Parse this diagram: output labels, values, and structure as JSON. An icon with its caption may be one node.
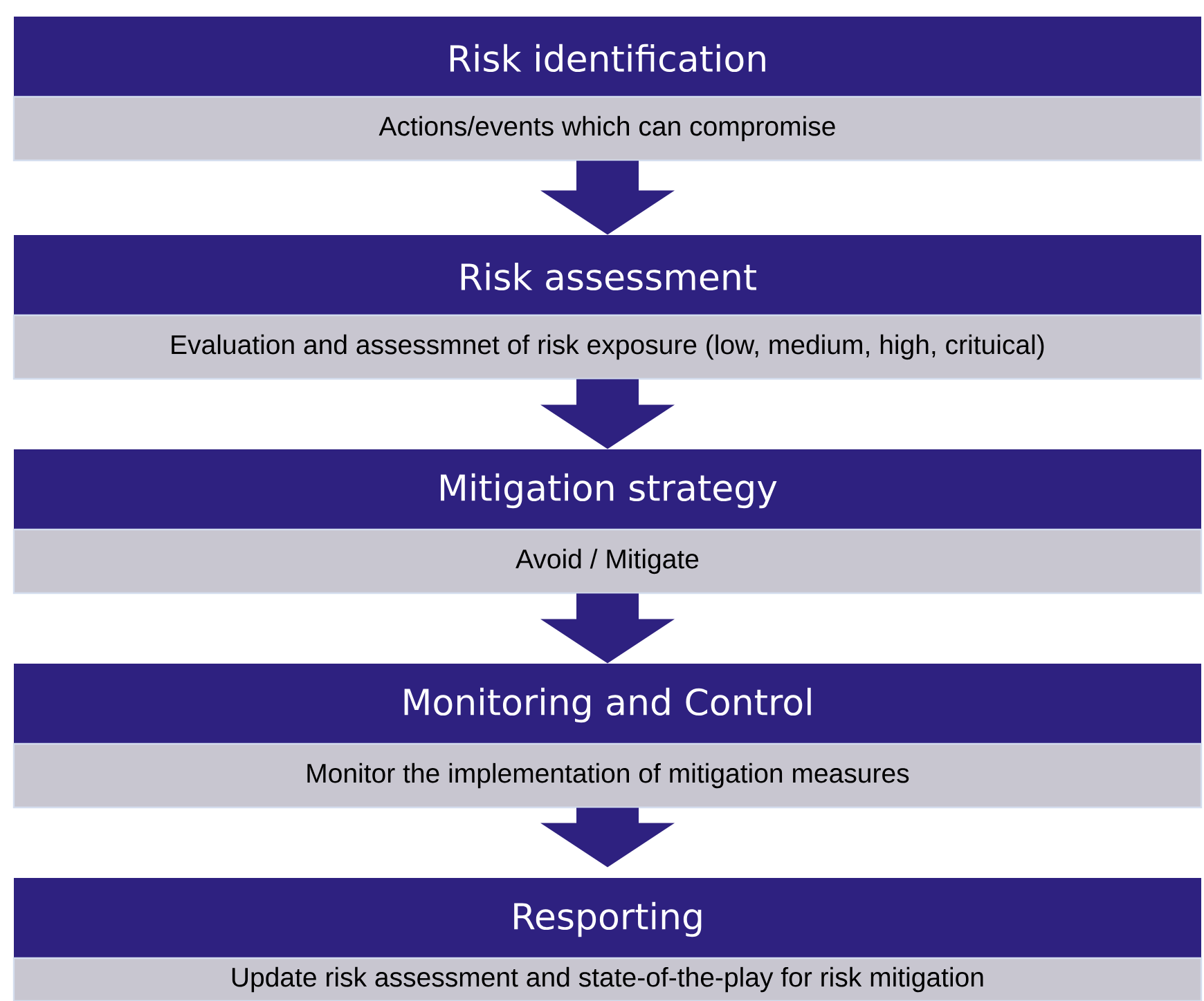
{
  "diagram": {
    "nodes": [
      {
        "text": [
          "Risk identification",
          "Actions/events which can compromise"
        ]
      },
      {
        "text": [
          "Risk assessment",
          "Evaluation and assessmnet of risk exposure (low, medium, high, crituical)"
        ]
      },
      {
        "text": [
          "Mitigation strategy",
          "Avoid / Mitigate"
        ]
      },
      {
        "text": [
          "Monitoring and Control",
          "Monitor the implementation of mitigation measures"
        ]
      },
      {
        "text": [
          "Resporting",
          "Update risk assessment and state-of-the-play for risk mitigation"
        ]
      }
    ],
    "edges": [
      {
        "from": 0,
        "to": 1,
        "arrow": "to"
      },
      {
        "from": 1,
        "to": 2,
        "arrow": "to"
      },
      {
        "from": 2,
        "to": 3,
        "arrow": "to"
      },
      {
        "from": 3,
        "to": 4,
        "arrow": "to"
      }
    ]
  }
}
